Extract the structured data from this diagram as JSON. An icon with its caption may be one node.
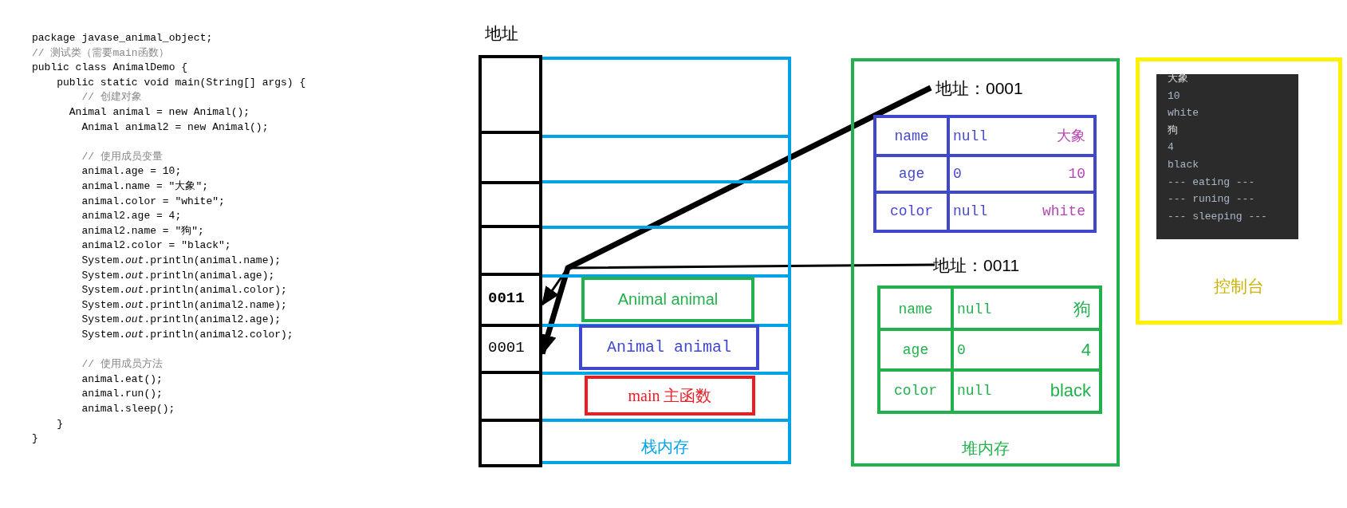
{
  "diagram": {
    "nodes": [
      {
        "text": [
          "栈内存"
        ]
      },
      {
        "text": [
          "地址"
        ]
      },
      {
        "text": [
          "0011"
        ],
        "in": 1
      },
      {
        "text": [
          "0001"
        ],
        "in": 1
      },
      {
        "text": [
          "Animal animal"
        ],
        "in": 0
      },
      {
        "text": [
          "Animal animal"
        ],
        "in": 0
      },
      {
        "text": [
          "main 主函数"
        ],
        "in": 0
      },
      {
        "text": [
          "堆内存"
        ]
      },
      {
        "text": [
          "地址：0001",
          "name",
          "null",
          "大象",
          "age",
          "0",
          "10",
          "color",
          "null",
          "white"
        ],
        "in": 7
      },
      {
        "text": [
          "地址：0011",
          "name",
          "null",
          "狗",
          "age",
          "0",
          "4",
          "color",
          "null",
          "black"
        ],
        "in": 7
      },
      {
        "text": [
          "控制台"
        ]
      },
      {
        "text": [
          "大象",
          "10",
          "white",
          "狗",
          "4",
          "black",
          "--- eating ---",
          "--- runing ---",
          "--- sleeping ---"
        ],
        "in": 10
      }
    ],
    "edges": [
      {
        "from": 8,
        "to": 3,
        "arrow": "to",
        "style": "thick"
      },
      {
        "from": 9,
        "to": 2,
        "arrow": "to"
      }
    ],
    "labels": [
      "package javase_animal_object;",
      "// 测试类（需要main函数）",
      "public class AnimalDemo {",
      "public static void main(String[] args) {",
      "// 创建对象",
      "Animal animal = new Animal();",
      "Animal animal2 = new Animal();",
      "// 使用成员变量",
      "animal.age = 10;",
      "animal.name = \"大象\";",
      "animal.color = \"white\";",
      "animal2.age = 4;",
      "animal2.name = \"狗\";",
      "animal2.color = \"black\";",
      "System.*out*.println(animal.name);",
      "System.*out*.println(animal.age);",
      "System.*out*.println(animal.color);",
      "System.*out*.println(animal2.name);",
      "System.*out*.println(animal2.age);",
      "System.*out*.println(animal2.color);",
      "// 使用成员方法",
      "animal.eat();",
      "animal.run();",
      "animal.sleep();",
      "}",
      "}"
    ]
  }
}
